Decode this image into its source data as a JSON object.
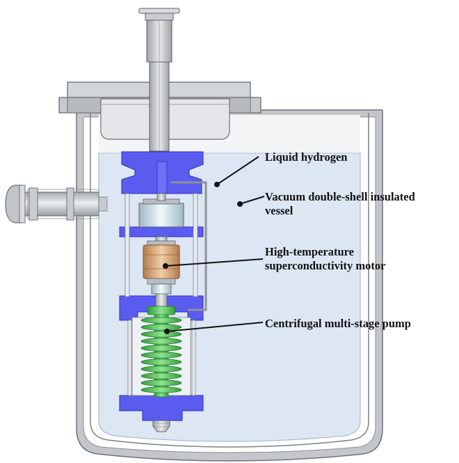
{
  "labels": {
    "liquid_hydrogen": "Liquid hydrogen",
    "vacuum_vessel_line1": "Vacuum  double-shell insulated",
    "vacuum_vessel_line2": "vessel",
    "motor_line1": "High-temperature",
    "motor_line2": "superconductivity motor",
    "pump": "Centrifugal multi-stage pump"
  },
  "colors": {
    "outer_shell": "#b9bcc1",
    "outer_shell_edge": "#6f7378",
    "liquid_hydrogen": "#dde6f3",
    "pump_housing": "#5a5cf0",
    "impeller": "#55c85a",
    "motor": "#d8a77a",
    "bearing": "#d9eaf3",
    "leader_line": "#111111"
  }
}
